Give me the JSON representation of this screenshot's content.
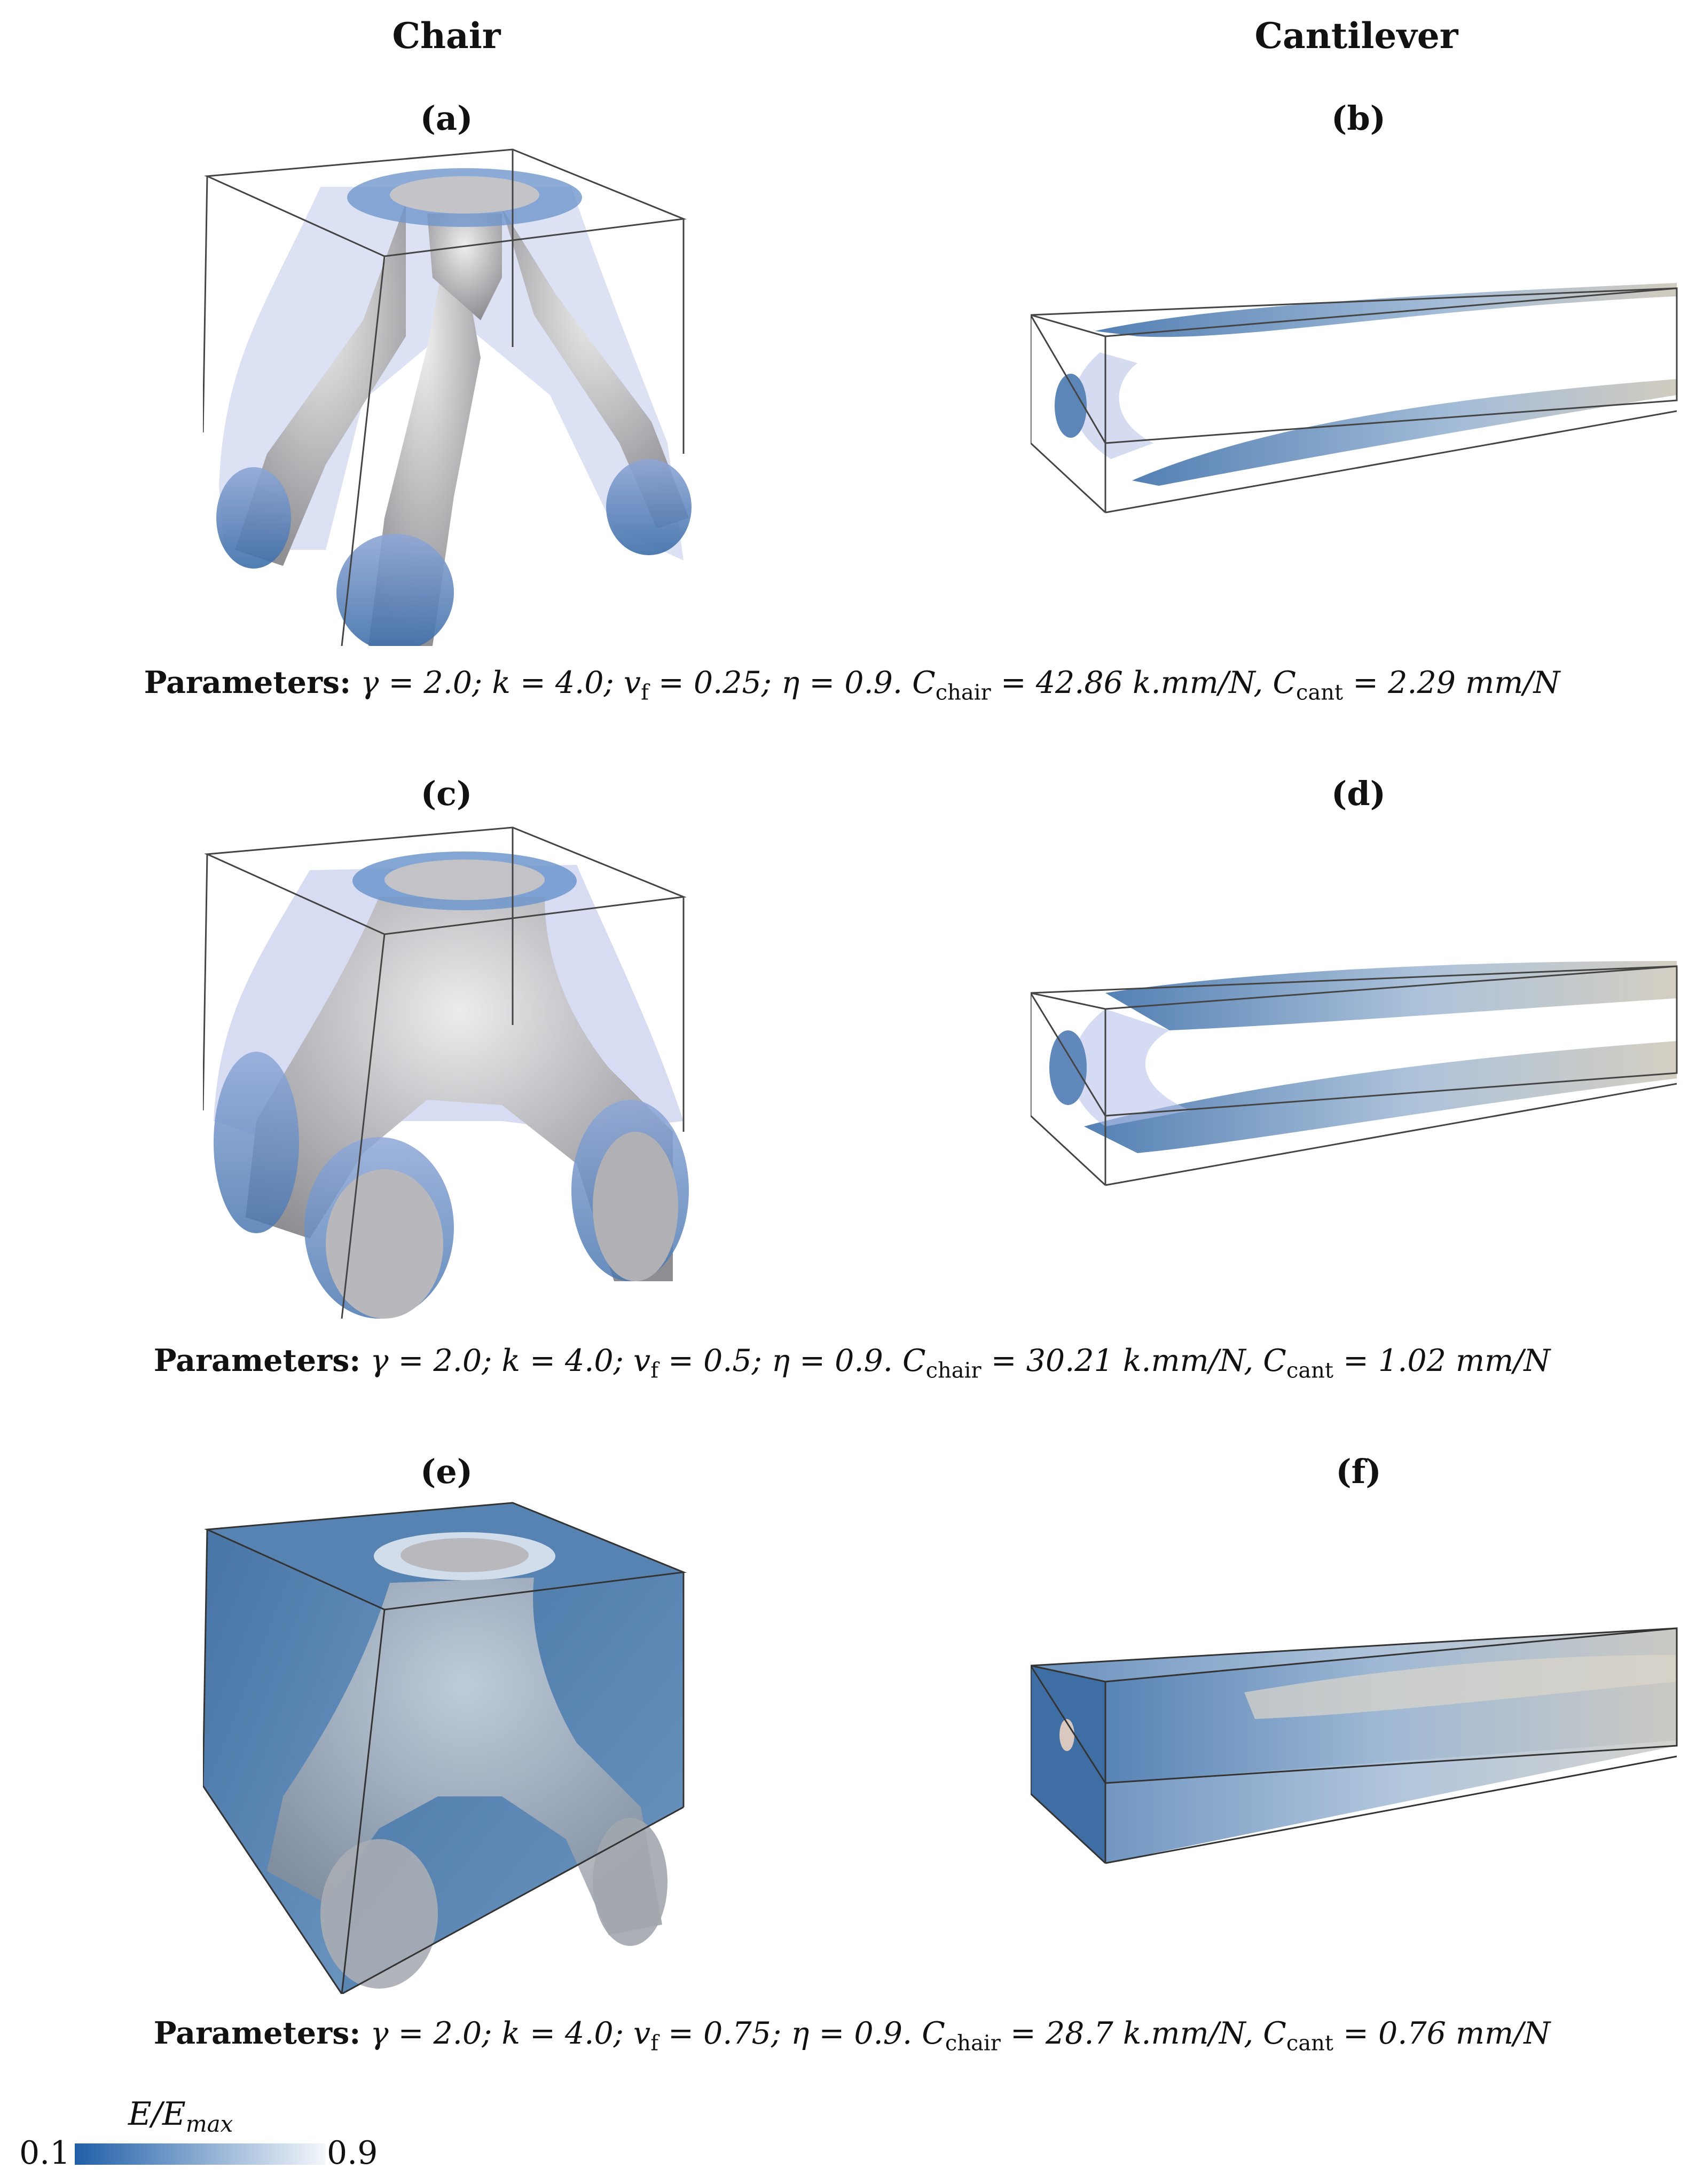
{
  "columns": {
    "left": "Chair",
    "right": "Cantilever"
  },
  "panels": [
    "(a)",
    "(b)",
    "(c)",
    "(d)",
    "(e)",
    "(f)"
  ],
  "params": [
    {
      "label": "Parameters:",
      "text": "γ = 2.0; k = 4.0; v",
      "vf_sub": "f",
      "text2": " = 0.25; η = 0.9. C",
      "c1_sub": "chair",
      "text3": " = 42.86 k.mm/N, C",
      "c2_sub": "cant",
      "text4": " = 2.29 mm/N"
    },
    {
      "label": "Parameters:",
      "text": "γ = 2.0; k = 4.0; v",
      "vf_sub": "f",
      "text2": " = 0.5; η = 0.9. C",
      "c1_sub": "chair",
      "text3": " = 30.21 k.mm/N, C",
      "c2_sub": "cant",
      "text4": " = 1.02 mm/N"
    },
    {
      "label": "Parameters:",
      "text": "γ = 2.0; k = 4.0; v",
      "vf_sub": "f",
      "text2": " = 0.75; η = 0.9. C",
      "c1_sub": "chair",
      "text3": " = 28.7 k.mm/N, C",
      "c2_sub": "cant",
      "text4": " = 0.76 mm/N"
    }
  ],
  "colorbar": {
    "title": "E/E",
    "title_sub": "max",
    "min_label": "0.1",
    "max_label": "0.9",
    "color_low": "#1f5fa8",
    "color_high": "#f4f7fb"
  }
}
